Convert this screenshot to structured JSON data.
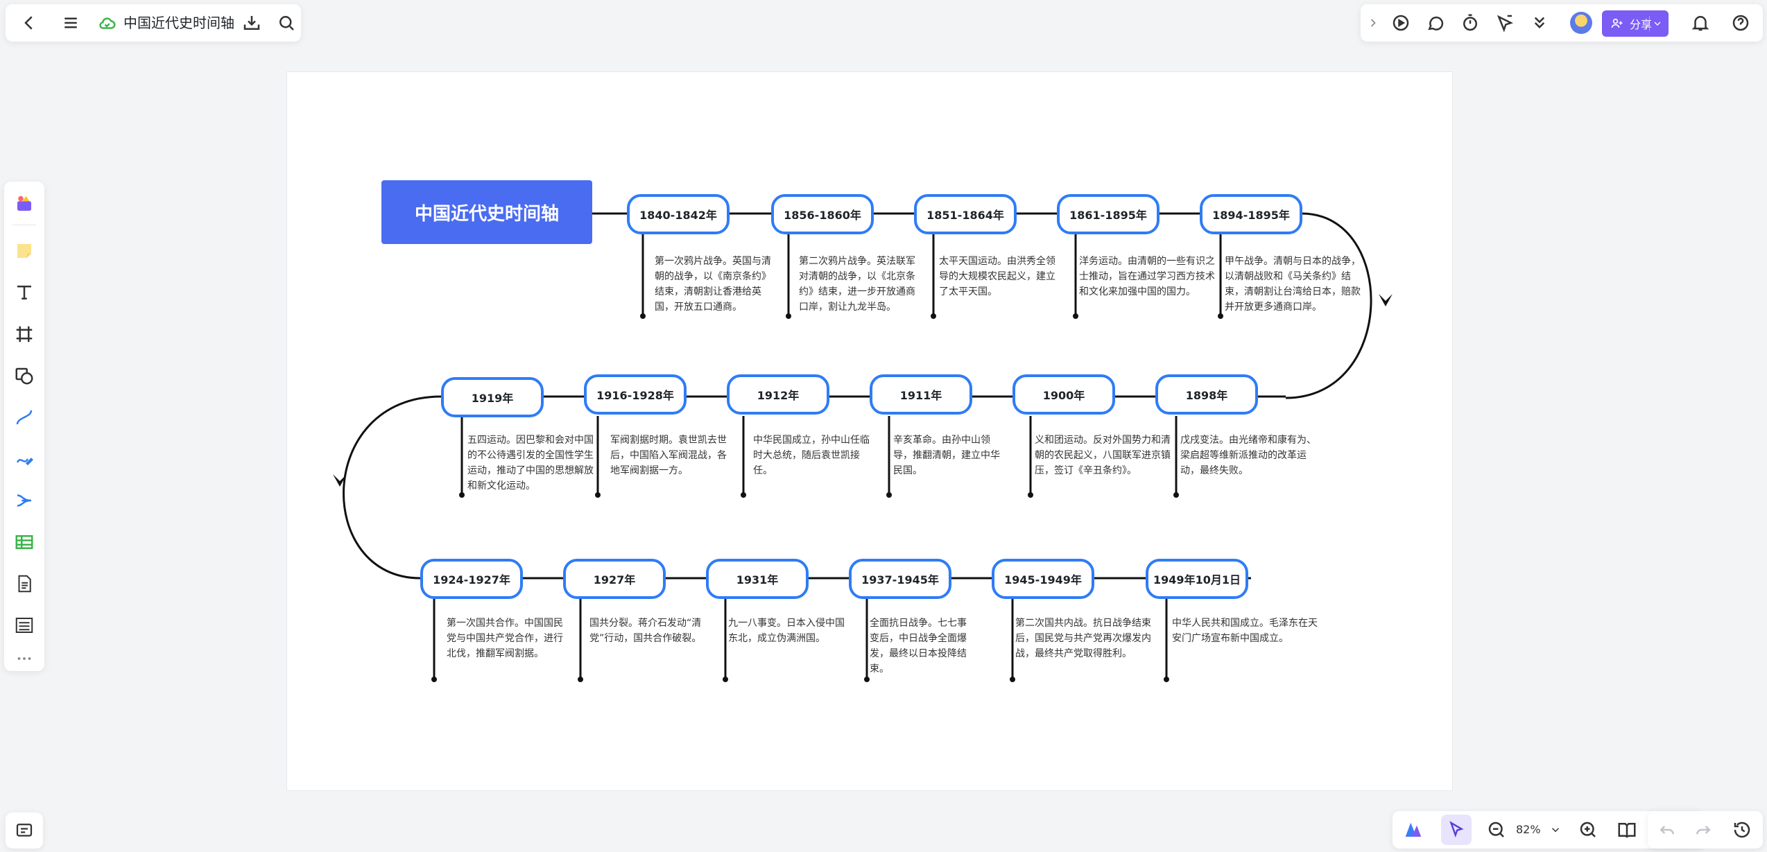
{
  "app": {
    "doc_title": "中国近代史时间轴",
    "share_label": "分享",
    "zoom": "82%"
  },
  "board": {
    "title": "中国近代史时间轴",
    "row1": [
      {
        "date": "1840-1842年",
        "desc": "第一次鸦片战争。英国与清朝的战争，以《南京条约》结束，清朝割让香港给英国，开放五口通商。"
      },
      {
        "date": "1856-1860年",
        "desc": "第二次鸦片战争。英法联军对清朝的战争，以《北京条约》结束，进一步开放通商口岸，割让九龙半岛。"
      },
      {
        "date": "1851-1864年",
        "desc": "太平天国运动。由洪秀全领导的大规模农民起义，建立了太平天国。"
      },
      {
        "date": "1861-1895年",
        "desc": "洋务运动。由清朝的一些有识之士推动，旨在通过学习西方技术和文化来加强中国的国力。"
      },
      {
        "date": "1894-1895年",
        "desc": "甲午战争。清朝与日本的战争，以清朝战败和《马关条约》结束，清朝割让台湾给日本，赔款并开放更多通商口岸。"
      }
    ],
    "row2": [
      {
        "date": "1919年",
        "desc": "五四运动。因巴黎和会对中国的不公待遇引发的全国性学生运动，推动了中国的思想解放和新文化运动。"
      },
      {
        "date": "1916-1928年",
        "desc": "军阀割据时期。袁世凯去世后，中国陷入军阀混战，各地军阀割据一方。"
      },
      {
        "date": "1912年",
        "desc": "中华民国成立，孙中山任临时大总统，随后袁世凯接任。"
      },
      {
        "date": "1911年",
        "desc": "辛亥革命。由孙中山领导，推翻清朝，建立中华民国。"
      },
      {
        "date": "1900年",
        "desc": "义和团运动。反对外国势力和清朝的农民起义，八国联军进京镇压，签订《辛丑条约》。"
      },
      {
        "date": "1898年",
        "desc": "戊戌变法。由光绪帝和康有为、梁启超等维新派推动的改革运动，最终失败。"
      }
    ],
    "row3": [
      {
        "date": "1924-1927年",
        "desc": "第一次国共合作。中国国民党与中国共产党合作，进行北伐，推翻军阀割据。"
      },
      {
        "date": "1927年",
        "desc": "国共分裂。蒋介石发动“清党”行动，国共合作破裂。"
      },
      {
        "date": "1931年",
        "desc": "九一八事变。日本入侵中国东北，成立伪满洲国。"
      },
      {
        "date": "1937-1945年",
        "desc": "全面抗日战争。七七事变后，中日战争全面爆发，最终以日本投降结束。"
      },
      {
        "date": "1945-1949年",
        "desc": "第二次国共内战。抗日战争结束后，国民党与共产党再次爆发内战，最终共产党取得胜利。"
      },
      {
        "date": "1949年10月1日",
        "desc": "中华人民共和国成立。毛泽东在天安门广场宣布新中国成立。"
      }
    ]
  },
  "colors": {
    "accent": "#7b5cf5",
    "node_border": "#2f7cf6",
    "title_bg": "#4a6cf0"
  },
  "icons": {
    "topleft": [
      "back-icon",
      "menu-icon",
      "cloud-saved-icon",
      "download-icon",
      "search-icon"
    ],
    "topright": [
      "expand-icon",
      "present-icon",
      "comment-icon",
      "timer-icon",
      "cursor-follow-icon",
      "more-icon",
      "avatar",
      "bell-icon",
      "help-icon"
    ],
    "left": [
      "template-icon",
      "sticky-note-icon",
      "text-icon",
      "frame-icon",
      "shape-icon",
      "connector-icon",
      "pen-icon",
      "mindmap-icon",
      "table-icon",
      "doc-icon",
      "list-icon",
      "more-icon"
    ]
  }
}
